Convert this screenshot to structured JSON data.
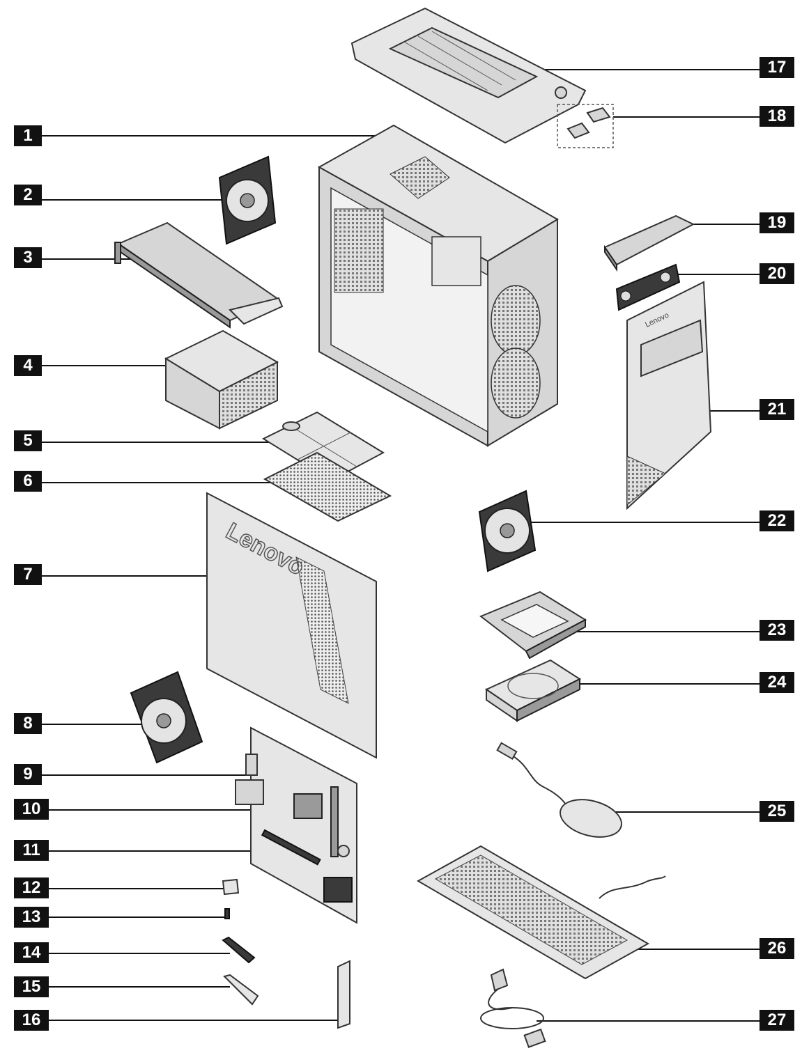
{
  "callouts": [
    {
      "id": "1"
    },
    {
      "id": "2"
    },
    {
      "id": "3"
    },
    {
      "id": "4"
    },
    {
      "id": "5"
    },
    {
      "id": "6"
    },
    {
      "id": "7"
    },
    {
      "id": "8"
    },
    {
      "id": "9"
    },
    {
      "id": "10"
    },
    {
      "id": "11"
    },
    {
      "id": "12"
    },
    {
      "id": "13"
    },
    {
      "id": "14"
    },
    {
      "id": "15"
    },
    {
      "id": "16"
    },
    {
      "id": "17"
    },
    {
      "id": "18"
    },
    {
      "id": "19"
    },
    {
      "id": "20"
    },
    {
      "id": "21"
    },
    {
      "id": "22"
    },
    {
      "id": "23"
    },
    {
      "id": "24"
    },
    {
      "id": "25"
    },
    {
      "id": "26"
    },
    {
      "id": "27"
    }
  ],
  "logos": {
    "side_panel": "Lenovo",
    "front_bezel": "Lenovo"
  },
  "colors": {
    "label_background": "#111111",
    "label_text": "#ffffff",
    "line_art": "#333333",
    "part_fill": "#d6d6d6"
  }
}
